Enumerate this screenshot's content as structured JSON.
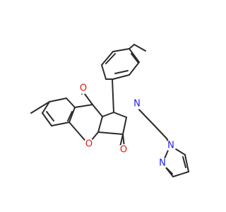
{
  "structure": {
    "atoms": [
      {
        "id": "o-ketone",
        "symbol": "O",
        "color": "#e8140f"
      },
      {
        "id": "o-ring",
        "symbol": "O",
        "color": "#e8140f"
      },
      {
        "id": "o-lactam",
        "symbol": "O",
        "color": "#e8140f"
      },
      {
        "id": "n-lactam",
        "symbol": "N",
        "color": "#1c1cf0"
      },
      {
        "id": "n-imidazole-1",
        "symbol": "N",
        "color": "#1c1cf0"
      },
      {
        "id": "n-imidazole-3",
        "symbol": "N",
        "color": "#1c1cf0"
      }
    ],
    "bond_color": "#2b2b2b",
    "background": "#ffffff"
  }
}
